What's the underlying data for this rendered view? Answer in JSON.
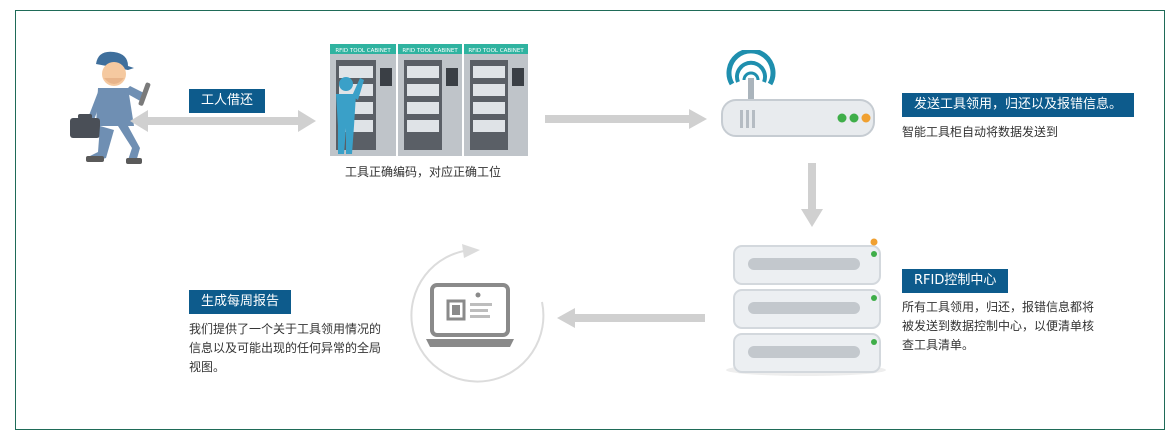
{
  "labels": {
    "borrow_return": "工人借还",
    "send_info": "发送工具领用，归还以及报错信息。",
    "control_center": "RFID控制中心",
    "weekly_report": "生成每周报告"
  },
  "captions": {
    "cabinet": "工具正确编码，对应正确工位",
    "router": "智能工具柜自动将数据发送到",
    "server_lines": [
      "所有工具领用，归还，报错信息都将",
      "被发送到数据控制中心，以便清单核",
      "查工具清单。"
    ],
    "report_lines": [
      "我们提供了一个关于工具领用情况的",
      "信息以及可能出现的任何异常的全局",
      "视图。"
    ]
  },
  "cabinet_header": "RFID TOOL CABINET",
  "icons": [
    "worker-icon",
    "tool-cabinet-icon",
    "wireless-router-icon",
    "server-icon",
    "laptop-icon",
    "refresh-cycle-icon"
  ],
  "colors": {
    "label_bg": "#0d5b8c",
    "border": "#1f6b58",
    "arrow": "#d0d0d0",
    "cabinet_header": "#2fb3a0"
  }
}
